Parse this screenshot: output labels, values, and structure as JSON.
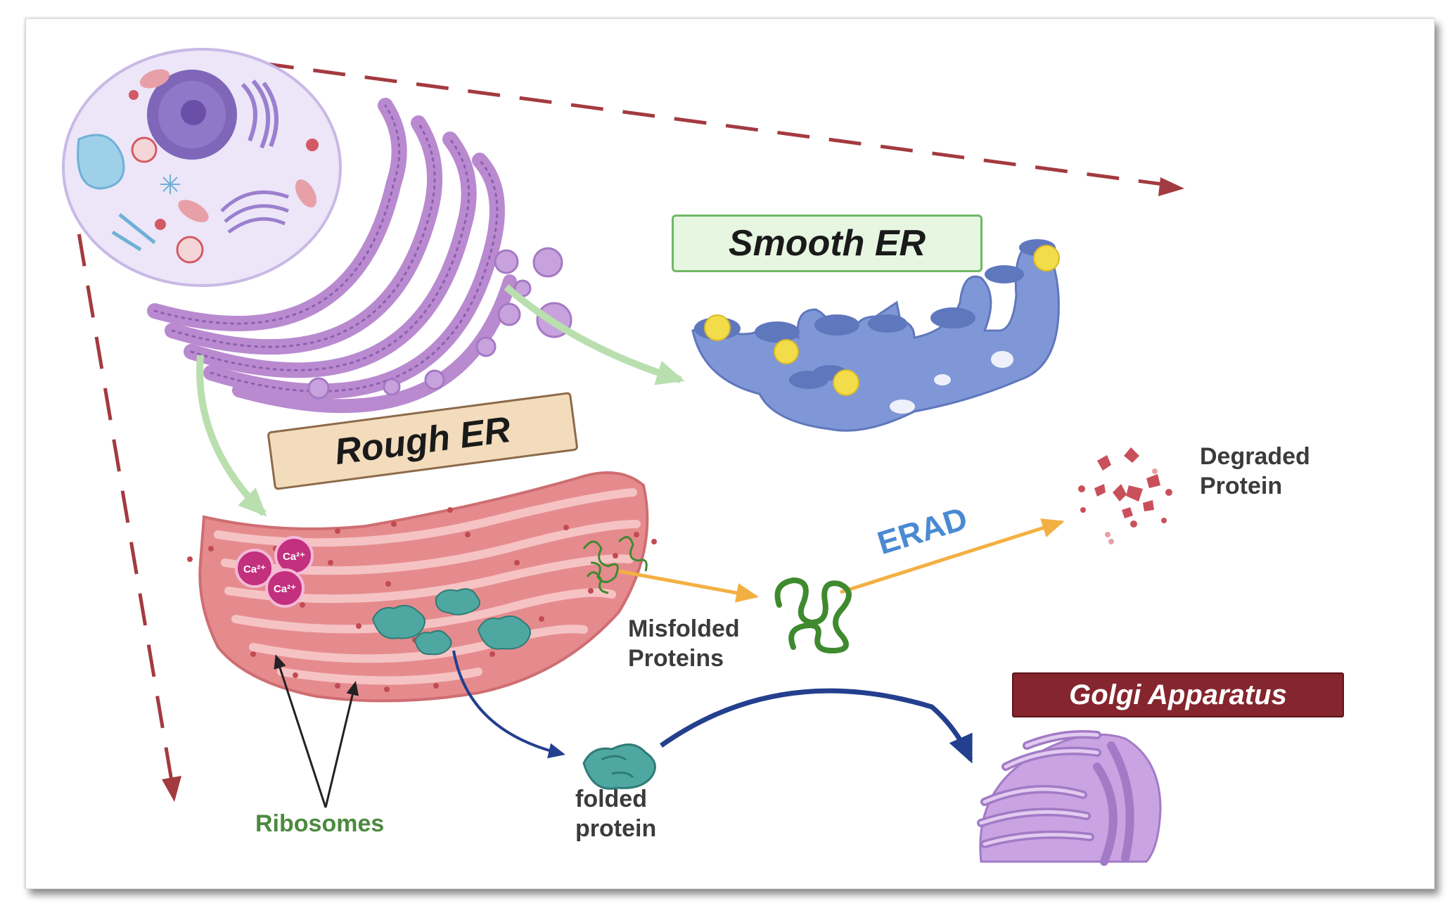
{
  "labels": {
    "smooth_er": "Smooth ER",
    "rough_er": "Rough ER",
    "golgi": "Golgi Apparatus",
    "degraded_line1": "Degraded",
    "degraded_line2": "Protein",
    "erad": "ERAD",
    "misfolded_line1": "Misfolded",
    "misfolded_line2": "Proteins",
    "folded_line1": "folded",
    "folded_line2": "protein",
    "ribosomes": "Ribosomes",
    "calcium": "Ca²⁺"
  },
  "colors": {
    "dashed_arrow": "#a33a3f",
    "rough_er": "#e58b8e",
    "smooth_er": "#7f97d6",
    "cell_er": "#b98ad0",
    "golgi_organelle": "#b98ad8",
    "green_arrow": "#b9dfae",
    "orange_arrow": "#f3b042",
    "navy_arrow": "#233f8e",
    "misfolded_protein": "#3f8a2f",
    "folded_protein": "#4fa7a1",
    "calcium_ion": "#c2307e",
    "smooth_er_vesicle": "#f3dc4a",
    "degraded_fragments": "#c9505a"
  },
  "icons": [
    "animal-cell-icon",
    "endoplasmic-reticulum-icon",
    "smooth-er-icon",
    "rough-er-icon",
    "golgi-apparatus-icon",
    "misfolded-protein-icon",
    "folded-protein-icon",
    "degraded-protein-icon",
    "calcium-ion-icon"
  ]
}
